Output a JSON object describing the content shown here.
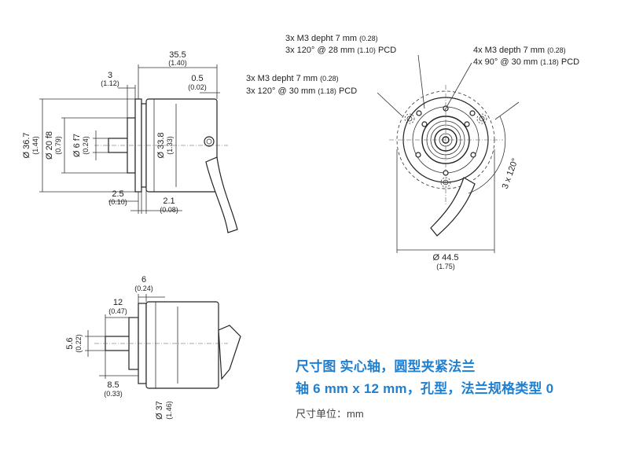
{
  "caption": {
    "line1": "尺寸图 实心轴，圆型夹紧法兰",
    "line2": "轴 6 mm x 12 mm，孔型，法兰规格类型 0",
    "unit": "尺寸单位：mm"
  },
  "side_view": {
    "length": "35.5",
    "length_in": "(1.40)",
    "flange_t": "3",
    "flange_t_in": "(1.12)",
    "gap": "0.5",
    "gap_in": "(0.02)",
    "dia_flange": "Ø 36.7",
    "dia_flange_in": "(1.44)",
    "dia_pilot": "Ø 20 f8",
    "dia_pilot_in": "(0.79)",
    "dia_shaft": "Ø 6 f7",
    "dia_shaft_in": "(0.24)",
    "dia_body": "Ø 33.8",
    "dia_body_in": "(1.33)",
    "step1": "2.5",
    "step1_in": "(0.10)",
    "step2": "2.1",
    "step2_in": "(0.08)"
  },
  "front_view": {
    "holes_a_l1": "3x M3 depht 7 mm",
    "holes_a_l1_in": "(0.28)",
    "holes_a_l2": "3x 120° @ 28 mm",
    "holes_a_l2_in": "(1.10)",
    "holes_a_l2_end": "PCD",
    "holes_b_l1": "3x M3 depht 7 mm",
    "holes_b_l1_in": "(0.28)",
    "holes_b_l2": "3x 120° @ 30 mm",
    "holes_b_l2_in": "(1.18)",
    "holes_b_l2_end": "PCD",
    "holes_c_l1": "4x M3 depth 7 mm",
    "holes_c_l1_in": "(0.28)",
    "holes_c_l2": "4x 90° @ 30 mm",
    "holes_c_l2_in": "(1.18)",
    "holes_c_l2_end": "PCD",
    "angle": "3 x 120°",
    "dia": "Ø 44.5",
    "dia_in": "(1.75)"
  },
  "bottom_view": {
    "flange": "6",
    "flange_in": "(0.24)",
    "shaft_len": "12",
    "shaft_len_in": "(0.47)",
    "shaft_d": "5.6",
    "shaft_d_in": "(0.22)",
    "step": "8.5",
    "step_in": "(0.33)",
    "dia": "Ø 37",
    "dia_in": "(1.46)"
  }
}
